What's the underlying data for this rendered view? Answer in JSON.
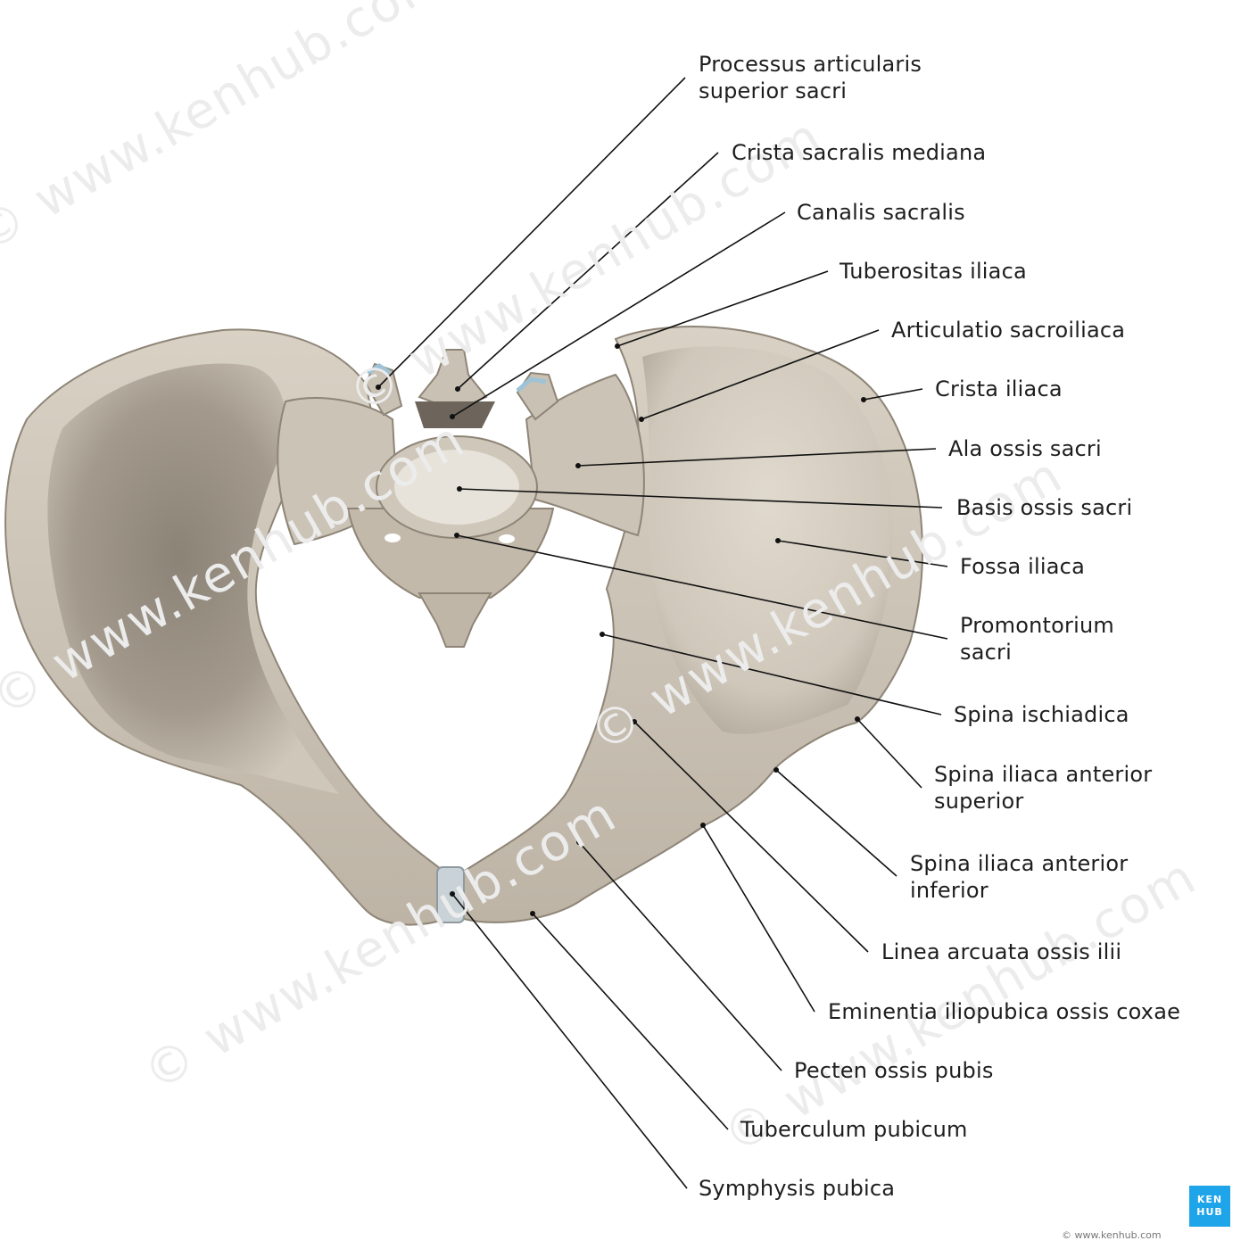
{
  "watermark": "© www.kenhub.com",
  "labels": {
    "processus_articularis": [
      "Processus articularis",
      "superior sacri"
    ],
    "crista_sacralis": [
      "Crista sacralis mediana"
    ],
    "canalis_sacralis": [
      "Canalis sacralis"
    ],
    "tuberositas_iliaca": [
      "Tuberositas iliaca"
    ],
    "articulatio_sacroiliaca": [
      "Articulatio sacroiliaca"
    ],
    "crista_iliaca": [
      "Crista iliaca"
    ],
    "ala_ossis_sacri": [
      "Ala ossis sacri"
    ],
    "basis_ossis_sacri": [
      "Basis ossis sacri"
    ],
    "fossa_iliaca": [
      "Fossa iliaca"
    ],
    "promontorium_sacri": [
      "Promontorium",
      "sacri"
    ],
    "spina_ischiadica": [
      "Spina ischiadica"
    ],
    "spina_iliaca_ant_sup": [
      "Spina iliaca anterior",
      "superior"
    ],
    "spina_iliaca_ant_inf": [
      "Spina iliaca anterior",
      "inferior"
    ],
    "linea_arcuata": [
      "Linea arcuata ossis ilii"
    ],
    "eminentia_iliopubica": [
      "Eminentia iliopubica ossis coxae"
    ],
    "pecten_ossis_pubis": [
      "Pecten ossis pubis"
    ],
    "tuberculum_pubicum": [
      "Tuberculum pubicum"
    ],
    "symphysis_pubica": [
      "Symphysis pubica"
    ]
  },
  "logo": [
    "KEN",
    "HUB"
  ],
  "copyright": "© www.kenhub.com",
  "colors": {
    "bone_light": "#dcd5c8",
    "bone_mid": "#b9b0a2",
    "bone_dark": "#7f766b",
    "line": "#111111",
    "brand": "#1ea4e8"
  }
}
